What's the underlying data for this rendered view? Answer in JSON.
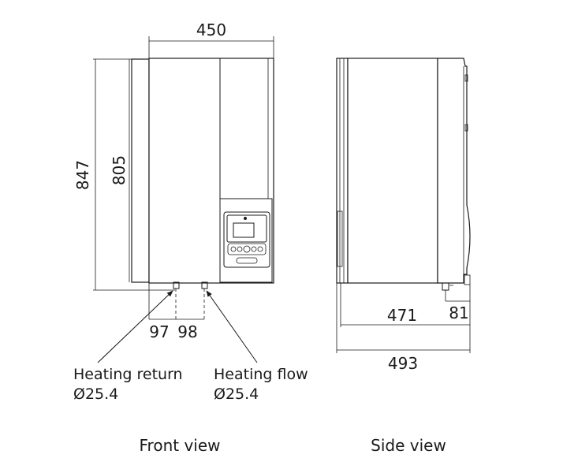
{
  "dimensions": {
    "width": "450",
    "height_total": "847",
    "height_body": "805",
    "return_offset": "97",
    "flow_offset": "98",
    "depth_body": "471",
    "depth_pipe": "81",
    "depth_total": "493"
  },
  "callouts": {
    "heating_return": {
      "label": "Heating return",
      "size": "Ø25.4"
    },
    "heating_flow": {
      "label": "Heating flow",
      "size": "Ø25.4"
    }
  },
  "views": {
    "front": "Front view",
    "side": "Side view"
  },
  "icons": {
    "display": "control-panel-display-icon",
    "keypad": "control-panel-keypad-icon"
  }
}
